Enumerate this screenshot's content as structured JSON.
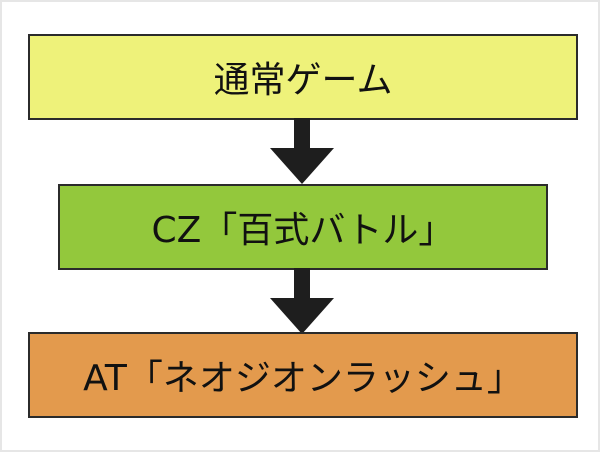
{
  "flow": {
    "steps": [
      {
        "label": "通常ゲーム",
        "color": "#eef27a"
      },
      {
        "label": "CZ「百式バトル」",
        "color": "#93c83c"
      },
      {
        "label": "AT「ネオジオンラッシュ」",
        "color": "#e39a4d"
      }
    ],
    "arrow_color": "#1e1e1e",
    "border_color": "#2b2b2b"
  }
}
